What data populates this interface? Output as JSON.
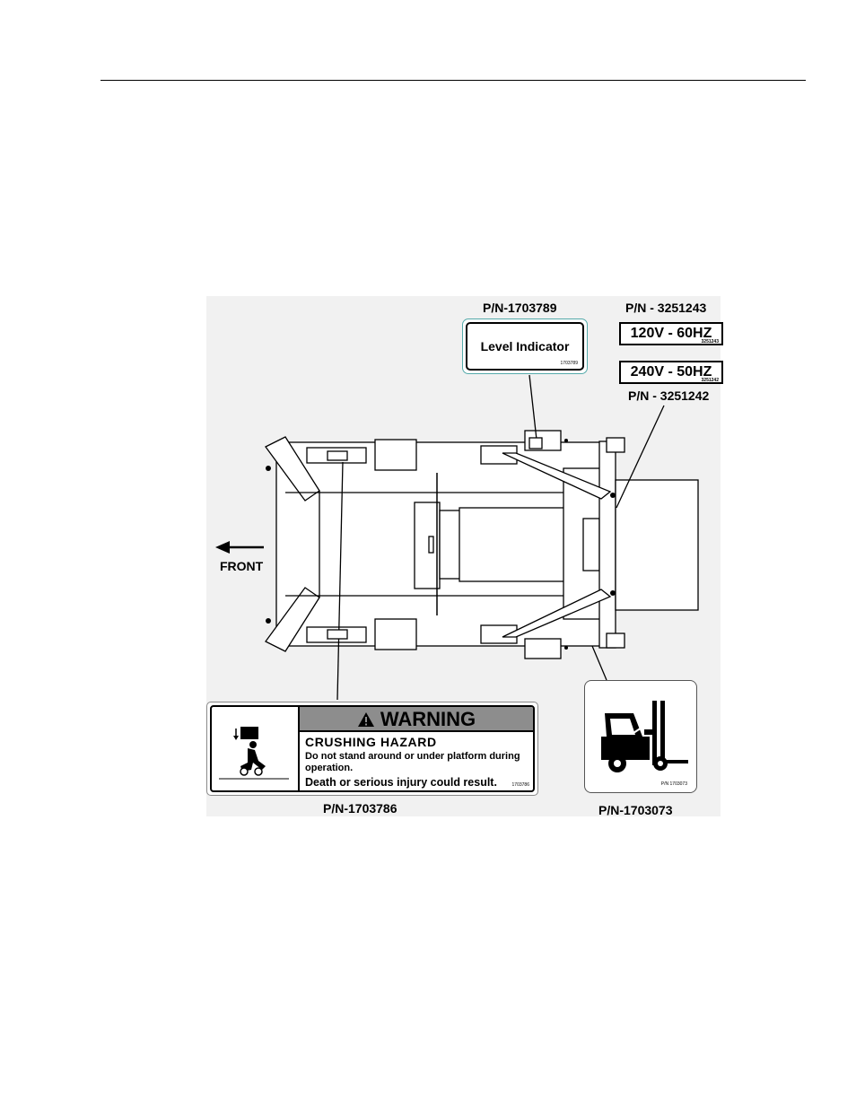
{
  "document": {
    "header_rule": true
  },
  "figure": {
    "front_label": "FRONT",
    "arrow_icon": "left-arrow-icon",
    "decals": {
      "level_indicator": {
        "part_number": "P/N-1703789",
        "text": "Level Indicator",
        "code": "1703789"
      },
      "voltage_120": {
        "part_number": "P/N - 3251243",
        "text": "120V - 60HZ",
        "code": "3251243"
      },
      "voltage_240": {
        "part_number": "P/N - 3251242",
        "text": "240V - 50HZ",
        "code": "3251242"
      },
      "warning": {
        "part_number": "P/N-1703786",
        "header": "WARNING",
        "title": "CRUSHING HAZARD",
        "body": "Do not stand around or under platform during operation.",
        "consequence": "Death or serious injury could result.",
        "code": "1703786",
        "icon": "crushing-hazard-icon"
      },
      "forklift": {
        "part_number": "P/N-1703073",
        "code": "P/N 1703073",
        "icon": "forklift-icon"
      }
    }
  }
}
